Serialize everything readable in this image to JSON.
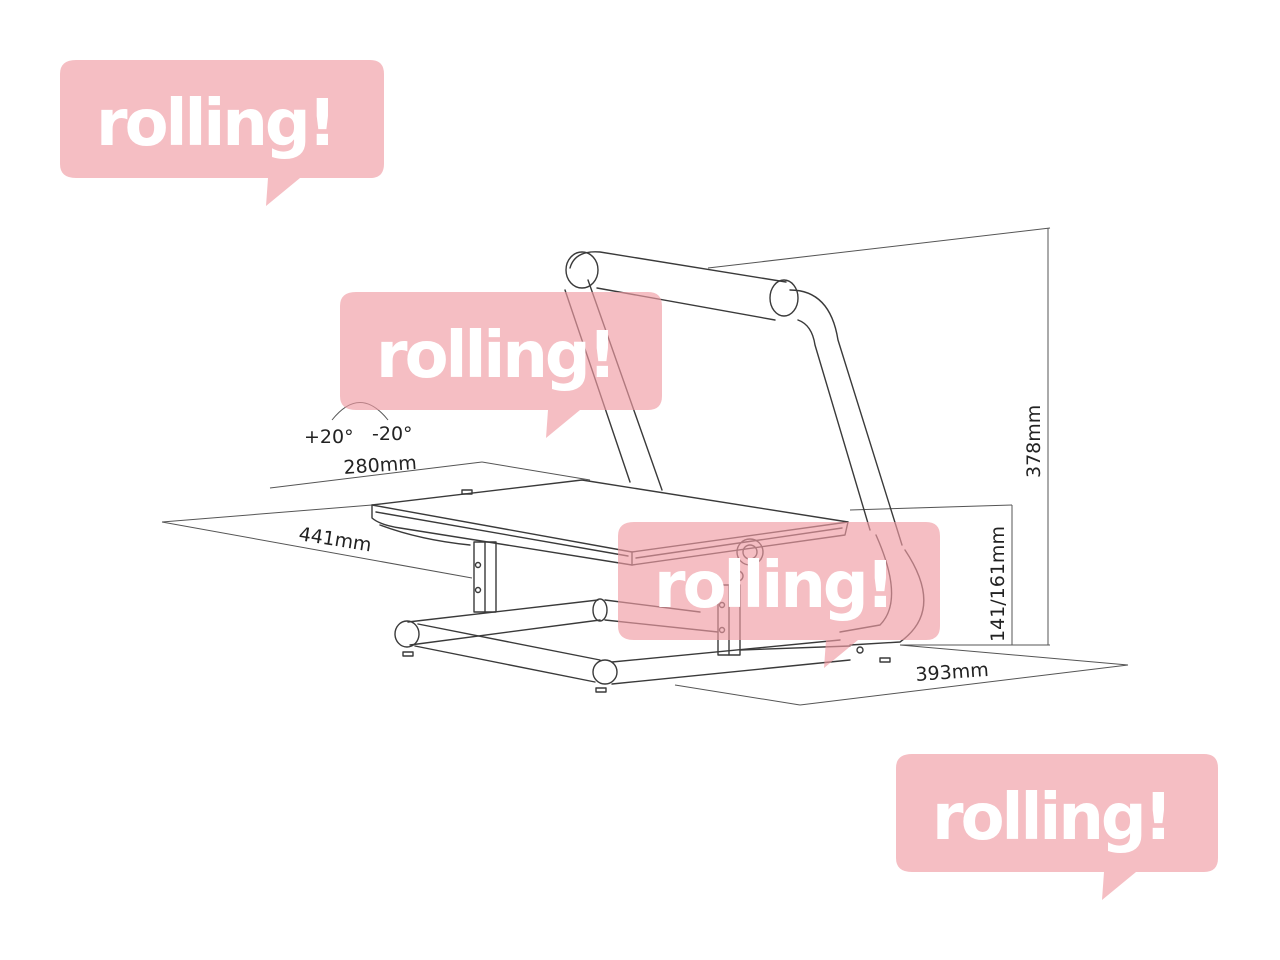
{
  "watermark": {
    "text": "rolling!",
    "color": "#ef9ba3"
  },
  "dimensions": {
    "angle_plus": "+20°",
    "angle_minus": "-20°",
    "platform_depth": "280mm",
    "platform_width": "441mm",
    "total_height": "378mm",
    "platform_height": "141/161mm",
    "base_depth": "393mm"
  }
}
